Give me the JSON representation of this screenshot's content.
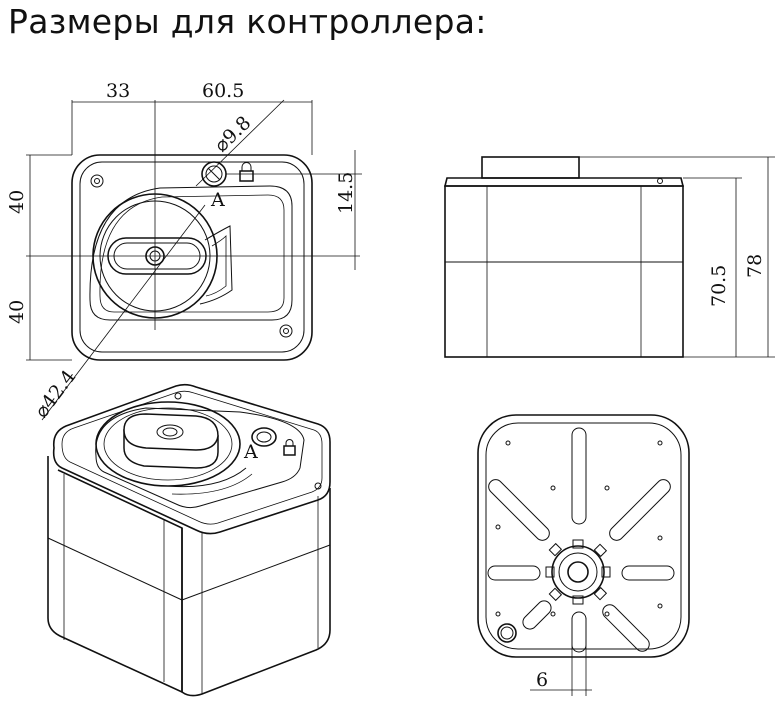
{
  "title": "Размеры для контроллера:",
  "dimensions": {
    "width_left": "33",
    "width_right": "60.5",
    "hole_diameter": "⌀9.8",
    "height_top": "40",
    "height_bottom": "40",
    "offset": "14.5",
    "knob_diameter": "⌀42.4",
    "side_height": "70.5",
    "total_height": "78",
    "slot_width": "6"
  },
  "labels": {
    "marker_front": "A",
    "marker_iso": "A"
  }
}
